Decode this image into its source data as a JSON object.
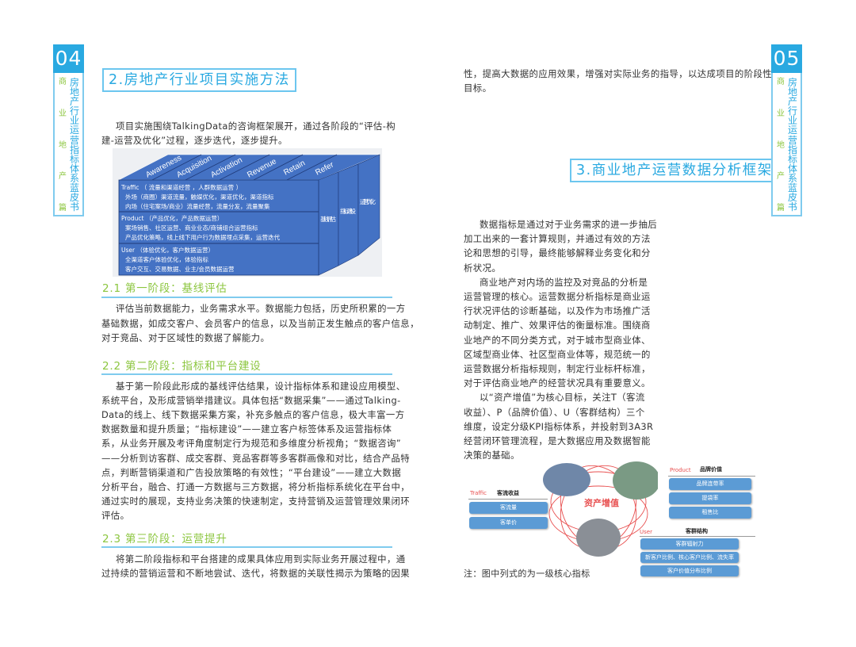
{
  "left_tab": {
    "number": "04",
    "green": [
      "商",
      "业",
      "地",
      "产",
      "篇"
    ],
    "blue": "房地产行业运营指标体系蓝皮书"
  },
  "right_tab": {
    "number": "05",
    "green": [
      "商",
      "业",
      "地",
      "产",
      "篇"
    ],
    "blue": "房地产行业运营指标体系蓝皮书"
  },
  "left_page": {
    "title": "2.房地产行业项目实施方法",
    "intro": [
      "项目实施围绕TalkingData的咨询框架展开，通过各阶段的“评估-构",
      "建-运营及优化”过程，逐步迭代，逐步提升。"
    ],
    "diagram": {
      "top_labels": [
        "Awareness",
        "Acquisition",
        "Activation",
        "Revenue",
        "Retain",
        "Refer"
      ],
      "rows": [
        {
          "title": "Traffic （ 流量和渠道经营 ，人群数据运营 ）",
          "items": [
            "外场（商圈）渠道流量，触媒优化，渠道优化，渠道指标",
            "内场（住宅案场/商业）流量经营，流量分发，流量聚集"
          ]
        },
        {
          "title": "Product （产品优化，产品数据运营）",
          "items": [
            "案场销售、社区运营、商业业态/商铺组合运营指标",
            "产品优化策略，线上线下用户行为数据埋点采集，运营迭代"
          ]
        },
        {
          "title": "User （体验优化，客户数据运营）",
          "items": [
            "全渠道客户体验优化，体验指标",
            "客户交互、交易数据、业主/会员数据运营"
          ]
        }
      ],
      "side_labels": [
        "基线评估",
        "指标建设",
        "运营优化"
      ]
    },
    "s1": {
      "heading": "2.1 第一阶段：基线评估",
      "lines": [
        "评估当前数据能力，业务需求水平。数据能力包括，历史所积累的一方",
        "基础数据，如成交客户、会员客户的信息，以及当前正发生触点的客户信息，",
        "对于竞品、对于区域性的数据了解能力。"
      ]
    },
    "s2": {
      "heading": "2.2 第二阶段：指标和平台建设",
      "lines": [
        "基于第一阶段此形成的基线评估结果，设计指标体系和建设应用模型、",
        "系统平台，及形成营销举措建议。具体包括“数据采集”——通过Talking-",
        "Data的线上、线下数据采集方案，补充多触点的客户信息，极大丰富一方",
        "数据数量和提升质量；“指标建设”——建立客户标签体系及运营指标体",
        "系，从业务开展及考评角度制定行为规范和多维度分析视角；“数据咨询”",
        "——分析到访客群、成交客群、竞品客群等多客群画像和对比，结合产品特",
        "点，判断营销渠道和广告投放策略的有效性；“平台建设”——建立大数据",
        "分析平台，融合、打通一方数据与三方数据，将分析指标系统化在平台中，",
        "通过实时的展现，支持业务决策的快速制定，支持营销及运营管理效果闭环",
        "评估。"
      ]
    },
    "s3": {
      "heading": "2.3 第三阶段：运营提升",
      "lines": [
        "将第二阶段指标和平台搭建的成果具体应用到实际业务开展过程中，通",
        "过持续的营销运营和不断地尝试、迭代，将数据的关联性揭示为策略的因果"
      ]
    }
  },
  "right_page": {
    "top_lines": [
      "性，提高大数据的应用效果，增强对实际业务的指导，以达成项目的阶段性",
      "目标。"
    ],
    "title": "3.商业地产运营数据分析框架",
    "lines": [
      "数据指标是通过对于业务需求的进一步抽后",
      "加工出来的一套计算规则，并通过有效的方法",
      "论和思想的引导，最终能够解释业务变化和分",
      "析状况。",
      "商业地产对内场的监控及对竞品的分析是",
      "运营管理的核心。运营数据分析指标是商业运",
      "行状况评估的诊断基础，以及作为市场推广活",
      "动制定、推广、效果评估的衡量标准。围绕商",
      "业地产的不同分类方式，对于城市型商业体、",
      "区域型商业体、社区型商业体等，规范统一的",
      "运营数据分析指标规则，制定行业标杆标准，",
      "对于评估商业地产的经营状况具有重要意义。",
      "以“资产增值”为核心目标，关注T（客流",
      "收益）、P（品牌价值）、U（客群结构）三个",
      "维度，设定分级KPI指标体系，并投射到3A3R",
      "经营闭环管理流程，是大数据应用及数据智能",
      "决策的基础。"
    ],
    "figure": {
      "center": "资产增值",
      "traffic": {
        "tag": "Traffic",
        "title": "客流收益",
        "items": [
          "客流量",
          "客单价"
        ]
      },
      "product": {
        "tag": "Product",
        "title": "品牌价值",
        "items": [
          "品牌连带率",
          "提袋率",
          "租售比"
        ]
      },
      "user": {
        "tag": "User",
        "title": "客群结构",
        "items": [
          "客群辐射力",
          "新客户比例、核心客户比例、流失率",
          "客户价值分布比例"
        ]
      }
    },
    "note": "注：图中列式的为一级核心指标"
  },
  "colors": {
    "accent_blue": "#29a9e1",
    "heading_green": "#8cc63f",
    "diagram_blue": "#4472c4",
    "figure_red": "#e85050"
  }
}
